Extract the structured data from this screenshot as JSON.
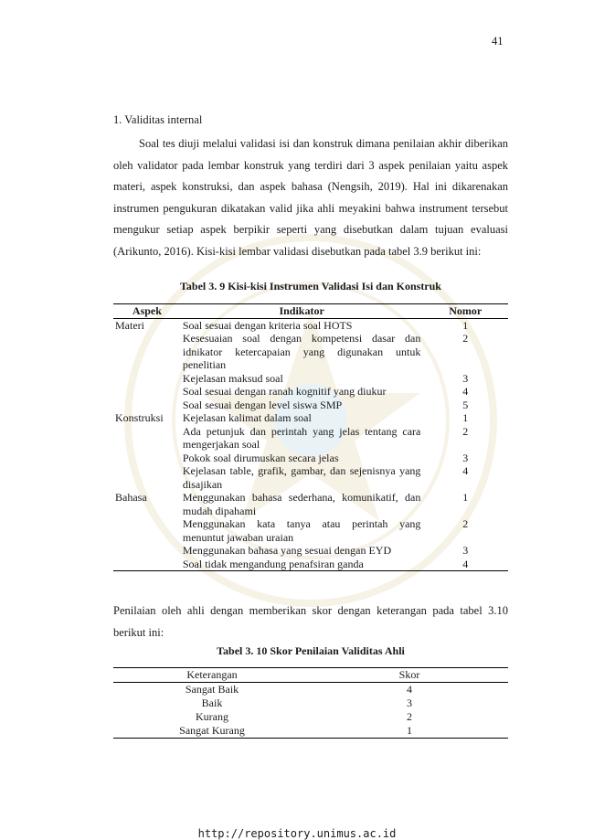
{
  "page_number": "41",
  "section_heading": "1.   Validitas internal",
  "paragraph1": "Soal tes diuji melalui validasi isi dan konstruk dimana penilaian akhir diberikan oleh validator pada lembar konstruk yang terdiri dari 3 aspek penilaian yaitu aspek materi, aspek konstruksi, dan aspek bahasa (Nengsih, 2019). Hal ini dikarenakan instrumen pengukuran dikatakan valid jika ahli meyakini bahwa instrument tersebut mengukur setiap aspek berpikir seperti yang disebutkan dalam tujuan evaluasi (Arikunto, 2016). Kisi-kisi lembar validasi disebutkan pada tabel 3.9 berikut ini:",
  "table9": {
    "title": "Tabel 3. 9 Kisi-kisi Instrumen Validasi Isi dan Konstruk",
    "headers": [
      "Aspek",
      "Indikator",
      "Nomor"
    ],
    "rows": [
      {
        "aspek": "Materi",
        "indikator": "Soal sesuai dengan kriteria soal HOTS",
        "nomor": "1"
      },
      {
        "aspek": "",
        "indikator": "Kesesuaian soal dengan kompetensi dasar dan idnikator ketercapaian yang digunakan untuk penelitian",
        "nomor": "2"
      },
      {
        "aspek": "",
        "indikator": "Kejelasan maksud soal",
        "nomor": "3"
      },
      {
        "aspek": "",
        "indikator": "Soal sesuai dengan ranah kognitif yang diukur",
        "nomor": "4"
      },
      {
        "aspek": "",
        "indikator": "Soal sesuai dengan level siswa SMP",
        "nomor": "5"
      },
      {
        "aspek": "Konstruksi",
        "indikator": "Kejelasan kalimat dalam soal",
        "nomor": "1"
      },
      {
        "aspek": "",
        "indikator": "Ada petunjuk dan perintah yang jelas tentang cara mengerjakan soal",
        "nomor": "2"
      },
      {
        "aspek": "",
        "indikator": "Pokok soal dirumuskan secara jelas",
        "nomor": "3"
      },
      {
        "aspek": "",
        "indikator": "Kejelasan table, grafik, gambar, dan sejenisnya yang disajikan",
        "nomor": "4"
      },
      {
        "aspek": "Bahasa",
        "indikator": "Menggunakan bahasa sederhana, komunikatif, dan mudah dipahami",
        "nomor": "1"
      },
      {
        "aspek": "",
        "indikator": "Menggunakan kata tanya atau perintah yang menuntut jawaban uraian",
        "nomor": "2"
      },
      {
        "aspek": "",
        "indikator": "Menggunakan bahasa yang sesuai dengan EYD",
        "nomor": "3"
      },
      {
        "aspek": "",
        "indikator": "Soal tidak mengandung penafsiran ganda",
        "nomor": "4"
      }
    ]
  },
  "paragraph2": "Penilaian oleh ahli dengan memberikan skor dengan keterangan pada tabel 3.10 berikut ini:",
  "table10": {
    "title": "Tabel 3. 10 Skor Penilaian Validitas Ahli",
    "headers": [
      "Keterangan",
      "Skor"
    ],
    "rows": [
      {
        "keterangan": "Sangat Baik",
        "skor": "4"
      },
      {
        "keterangan": "Baik",
        "skor": "3"
      },
      {
        "keterangan": "Kurang",
        "skor": "2"
      },
      {
        "keterangan": "Sangat Kurang",
        "skor": "1"
      }
    ]
  },
  "footer_url": "http://repository.unimus.ac.id"
}
